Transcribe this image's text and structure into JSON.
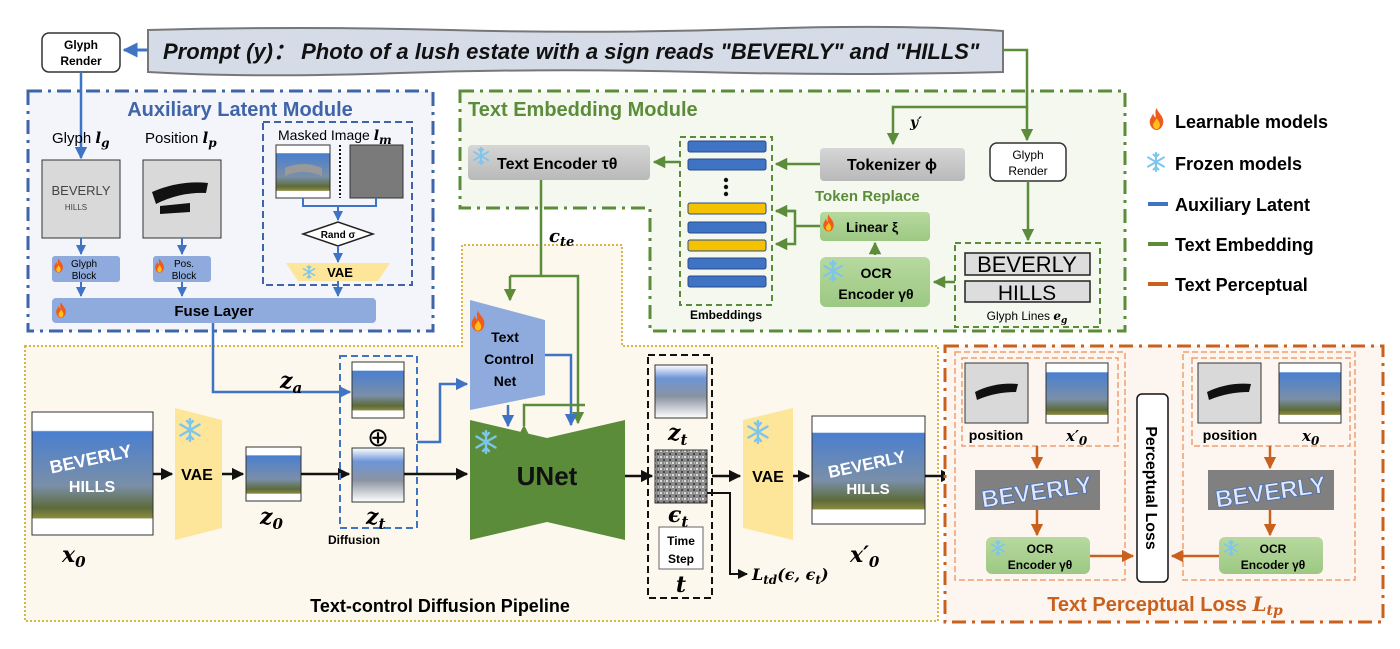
{
  "prompt": {
    "text": "Prompt (y)：  Photo of a lush estate with a sign reads \"BEVERLY\" and \"HILLS\""
  },
  "glyph_render": {
    "label_line1": "Glyph",
    "label_line2": "Render"
  },
  "aux_module": {
    "title": "Auxiliary Latent Module",
    "glyph_label": "Glyph",
    "glyph_sym": "l",
    "glyph_sub": "g",
    "position_label": "Position",
    "position_sym": "l",
    "position_sub": "p",
    "masked_label": "Masked Image",
    "masked_sym": "l",
    "masked_sub": "m",
    "glyph_image_line1": "BEVERLY",
    "glyph_image_line2": "HILLS",
    "glyph_block_line1": "Glyph",
    "glyph_block_line2": "Block",
    "pos_block_line1": "Pos.",
    "pos_block_line2": "Block",
    "rand": "Rand σ",
    "vae": "VAE",
    "fuse": "Fuse Layer"
  },
  "text_embedding": {
    "title": "Text Embedding Module",
    "text_encoder": "Text Encoder τθ",
    "tokenizer": "Tokenizer ϕ",
    "y_prime": "y′",
    "token_replace": "Token Replace",
    "linear": "Linear ξ",
    "ocr_line1": "OCR",
    "ocr_line2": "Encoder γθ",
    "embeddings": "Embeddings",
    "glyph_render_line1": "Glyph",
    "glyph_render_line2": "Render",
    "glyph_line1": "BEVERLY",
    "glyph_line2": "HILLS",
    "glyph_lines_label": "Glyph Lines",
    "glyph_lines_sym": "e",
    "glyph_lines_sub": "g",
    "embedding_rows": [
      "blue",
      "blue",
      "dots",
      "yellow",
      "blue",
      "yellow",
      "blue",
      "blue"
    ]
  },
  "legend": {
    "items": [
      {
        "icon": "fire-icon",
        "label": "Learnable models"
      },
      {
        "icon": "snowflake-icon",
        "label": "Frozen models"
      },
      {
        "color": "#3f73c4",
        "label": "Auxiliary Latent"
      },
      {
        "color": "#5b8c3a",
        "label": "Text Embedding"
      },
      {
        "color": "#c8611e",
        "label": "Text Perceptual"
      }
    ]
  },
  "pipeline": {
    "title": "Text-control Diffusion Pipeline",
    "c_te": "c",
    "c_te_sub": "te",
    "control_net_line1": "Text",
    "control_net_line2": "Control",
    "control_net_line3": "Net",
    "z_a": "z",
    "z_a_sub": "a",
    "vae_left": "VAE",
    "vae_right": "VAE",
    "z0": "z",
    "z0_sub": "0",
    "zt": "z",
    "zt_sub": "t",
    "diffusion": "Diffusion",
    "oplus": "⊕",
    "unet": "UNet",
    "zt_out": "z",
    "zt_out_sub": "t",
    "eps": "ϵ",
    "eps_sub": "t",
    "time_step_line1": "Time",
    "time_step_line2": "Step",
    "t": "t",
    "loss_td": "L",
    "loss_td_sub": "td",
    "loss_td_args": "(ϵ, ϵ",
    "loss_td_args_sub": "t",
    "loss_td_close": ")",
    "x0": "x",
    "x0_sub": "0",
    "x0_prime": "x′",
    "x0_prime_sub": "0",
    "image_text_line1": "BEVERLY",
    "image_text_line2": "HILLS"
  },
  "perceptual": {
    "title": "Text Perceptual Loss ",
    "title_sym": "L",
    "title_sub": "tp",
    "position_left": "position",
    "x0_prime": "x′",
    "x0_prime_sub": "0",
    "position_right": "position",
    "x0": "x",
    "x0_sub": "0",
    "crop_text": "BEVERLY",
    "ocr_line1": "OCR",
    "ocr_line2": "Encoder γθ",
    "loss_box": "Perceptual  Loss"
  },
  "colors": {
    "blue": "#3f73c4",
    "green": "#5b8c3a",
    "orange": "#c8611e",
    "yellow": "#f5c200",
    "black": "#111111"
  }
}
